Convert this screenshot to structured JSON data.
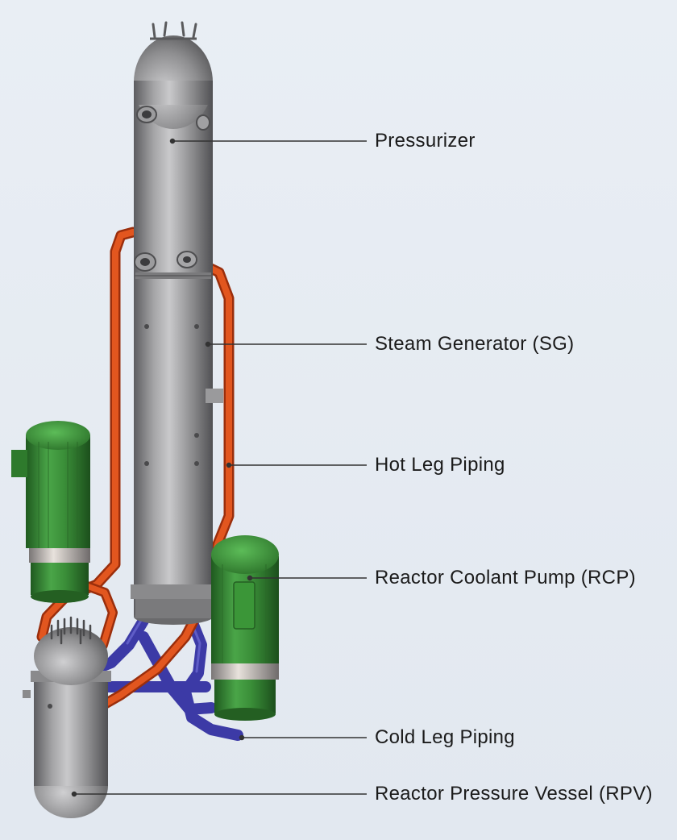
{
  "labels": {
    "pressurizer": "Pressurizer",
    "steam_generator": "Steam Generator (SG)",
    "hot_leg": "Hot Leg Piping",
    "rcp": "Reactor Coolant Pump (RCP)",
    "cold_leg": "Cold Leg Piping",
    "rpv": "Reactor Pressure Vessel (RPV)"
  },
  "colors": {
    "vessel_steel": "#8e8e90",
    "pump_green": "#3f8f3c",
    "hot_leg": "#d24a18",
    "cold_leg": "#3c3aa6",
    "leader_line": "#333333",
    "background": "#e6ebf1"
  }
}
